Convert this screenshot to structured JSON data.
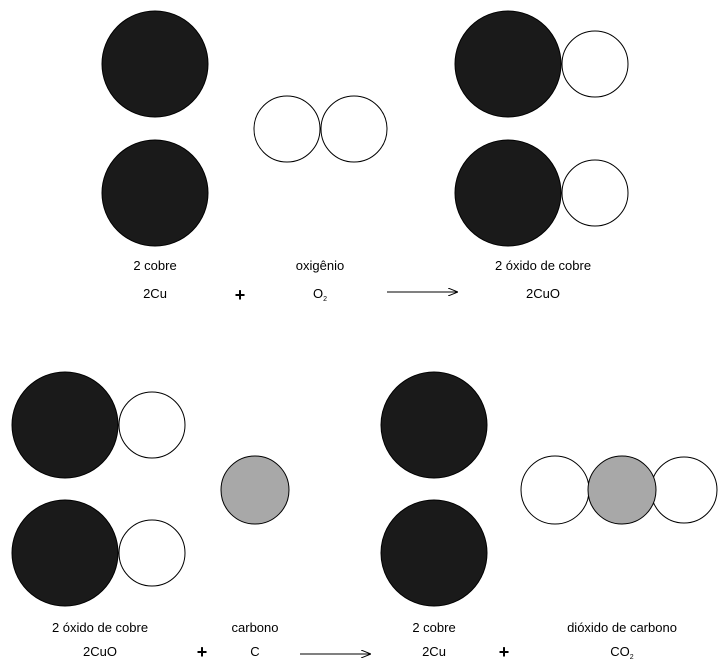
{
  "colors": {
    "copper": "#1a1a1a",
    "oxygen": "#ffffff",
    "carbon": "#a8a8a8",
    "stroke": "#000000"
  },
  "reaction1": {
    "reactant1": {
      "name": "2 cobre",
      "formula": "2Cu"
    },
    "plus": "+",
    "reactant2": {
      "name": "oxigênio",
      "formula_main": "O",
      "formula_sub": "2"
    },
    "product": {
      "name": "2 óxido de cobre",
      "formula": "2CuO"
    }
  },
  "reaction2": {
    "reactant1": {
      "name": "2 óxido de cobre",
      "formula": "2CuO"
    },
    "plus1": "+",
    "reactant2": {
      "name": "carbono",
      "formula": "C"
    },
    "product1": {
      "name": "2 cobre",
      "formula": "2Cu"
    },
    "plus2": "+",
    "product2": {
      "name": "dióxido de carbono",
      "formula_main": "CO",
      "formula_sub": "2"
    }
  }
}
